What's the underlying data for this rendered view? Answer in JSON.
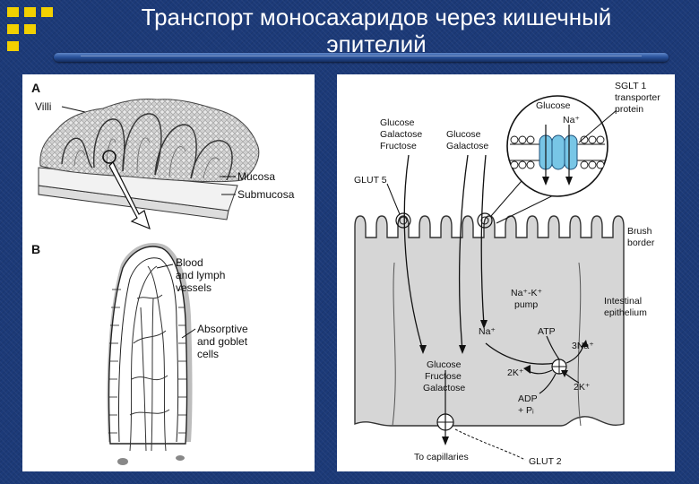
{
  "slide": {
    "title_line1": "Транспорт моносахаридов через кишечный",
    "title_line2": "эпителий"
  },
  "left_figure": {
    "panel_a_letter": "A",
    "villi_label": "Villi",
    "mucosa_label": "Mucosa",
    "submucosa_label": "Submucosa",
    "panel_b_letter": "B",
    "blood_lymph_line1": "Blood",
    "blood_lymph_line2": "and lymph",
    "blood_lymph_line3": "vessels",
    "absorptive_line1": "Absorptive",
    "absorptive_line2": "and goblet",
    "absorptive_line3": "cells"
  },
  "right_figure": {
    "glut5_sugars": [
      "Glucose",
      "Galactose",
      "Fructose"
    ],
    "sglt_sugars": [
      "Glucose",
      "Galactose"
    ],
    "glut5_label": "GLUT 5",
    "inset_glucose": "Glucose",
    "inset_na": "Na⁺",
    "sglt1_line1": "SGLT 1",
    "sglt1_line2": "transporter",
    "sglt1_line3": "protein",
    "brush_border_line1": "Brush",
    "brush_border_line2": "border",
    "intestinal_line1": "Intestinal",
    "intestinal_line2": "epithelium",
    "pump_line1": "Na⁺-K⁺",
    "pump_line2": "pump",
    "na_label": "Na⁺",
    "atp_label": "ATP",
    "three_na_label": "3Na⁺",
    "two_k_left": "2K⁺",
    "two_k_right": "2K⁺",
    "adp_label": "ADP",
    "pi_label": "+ Pᵢ",
    "cell_sugars": [
      "Glucose",
      "Fructose",
      "Galactose"
    ],
    "capillaries_label": "To capillaries",
    "glut2_label": "GLUT 2"
  }
}
